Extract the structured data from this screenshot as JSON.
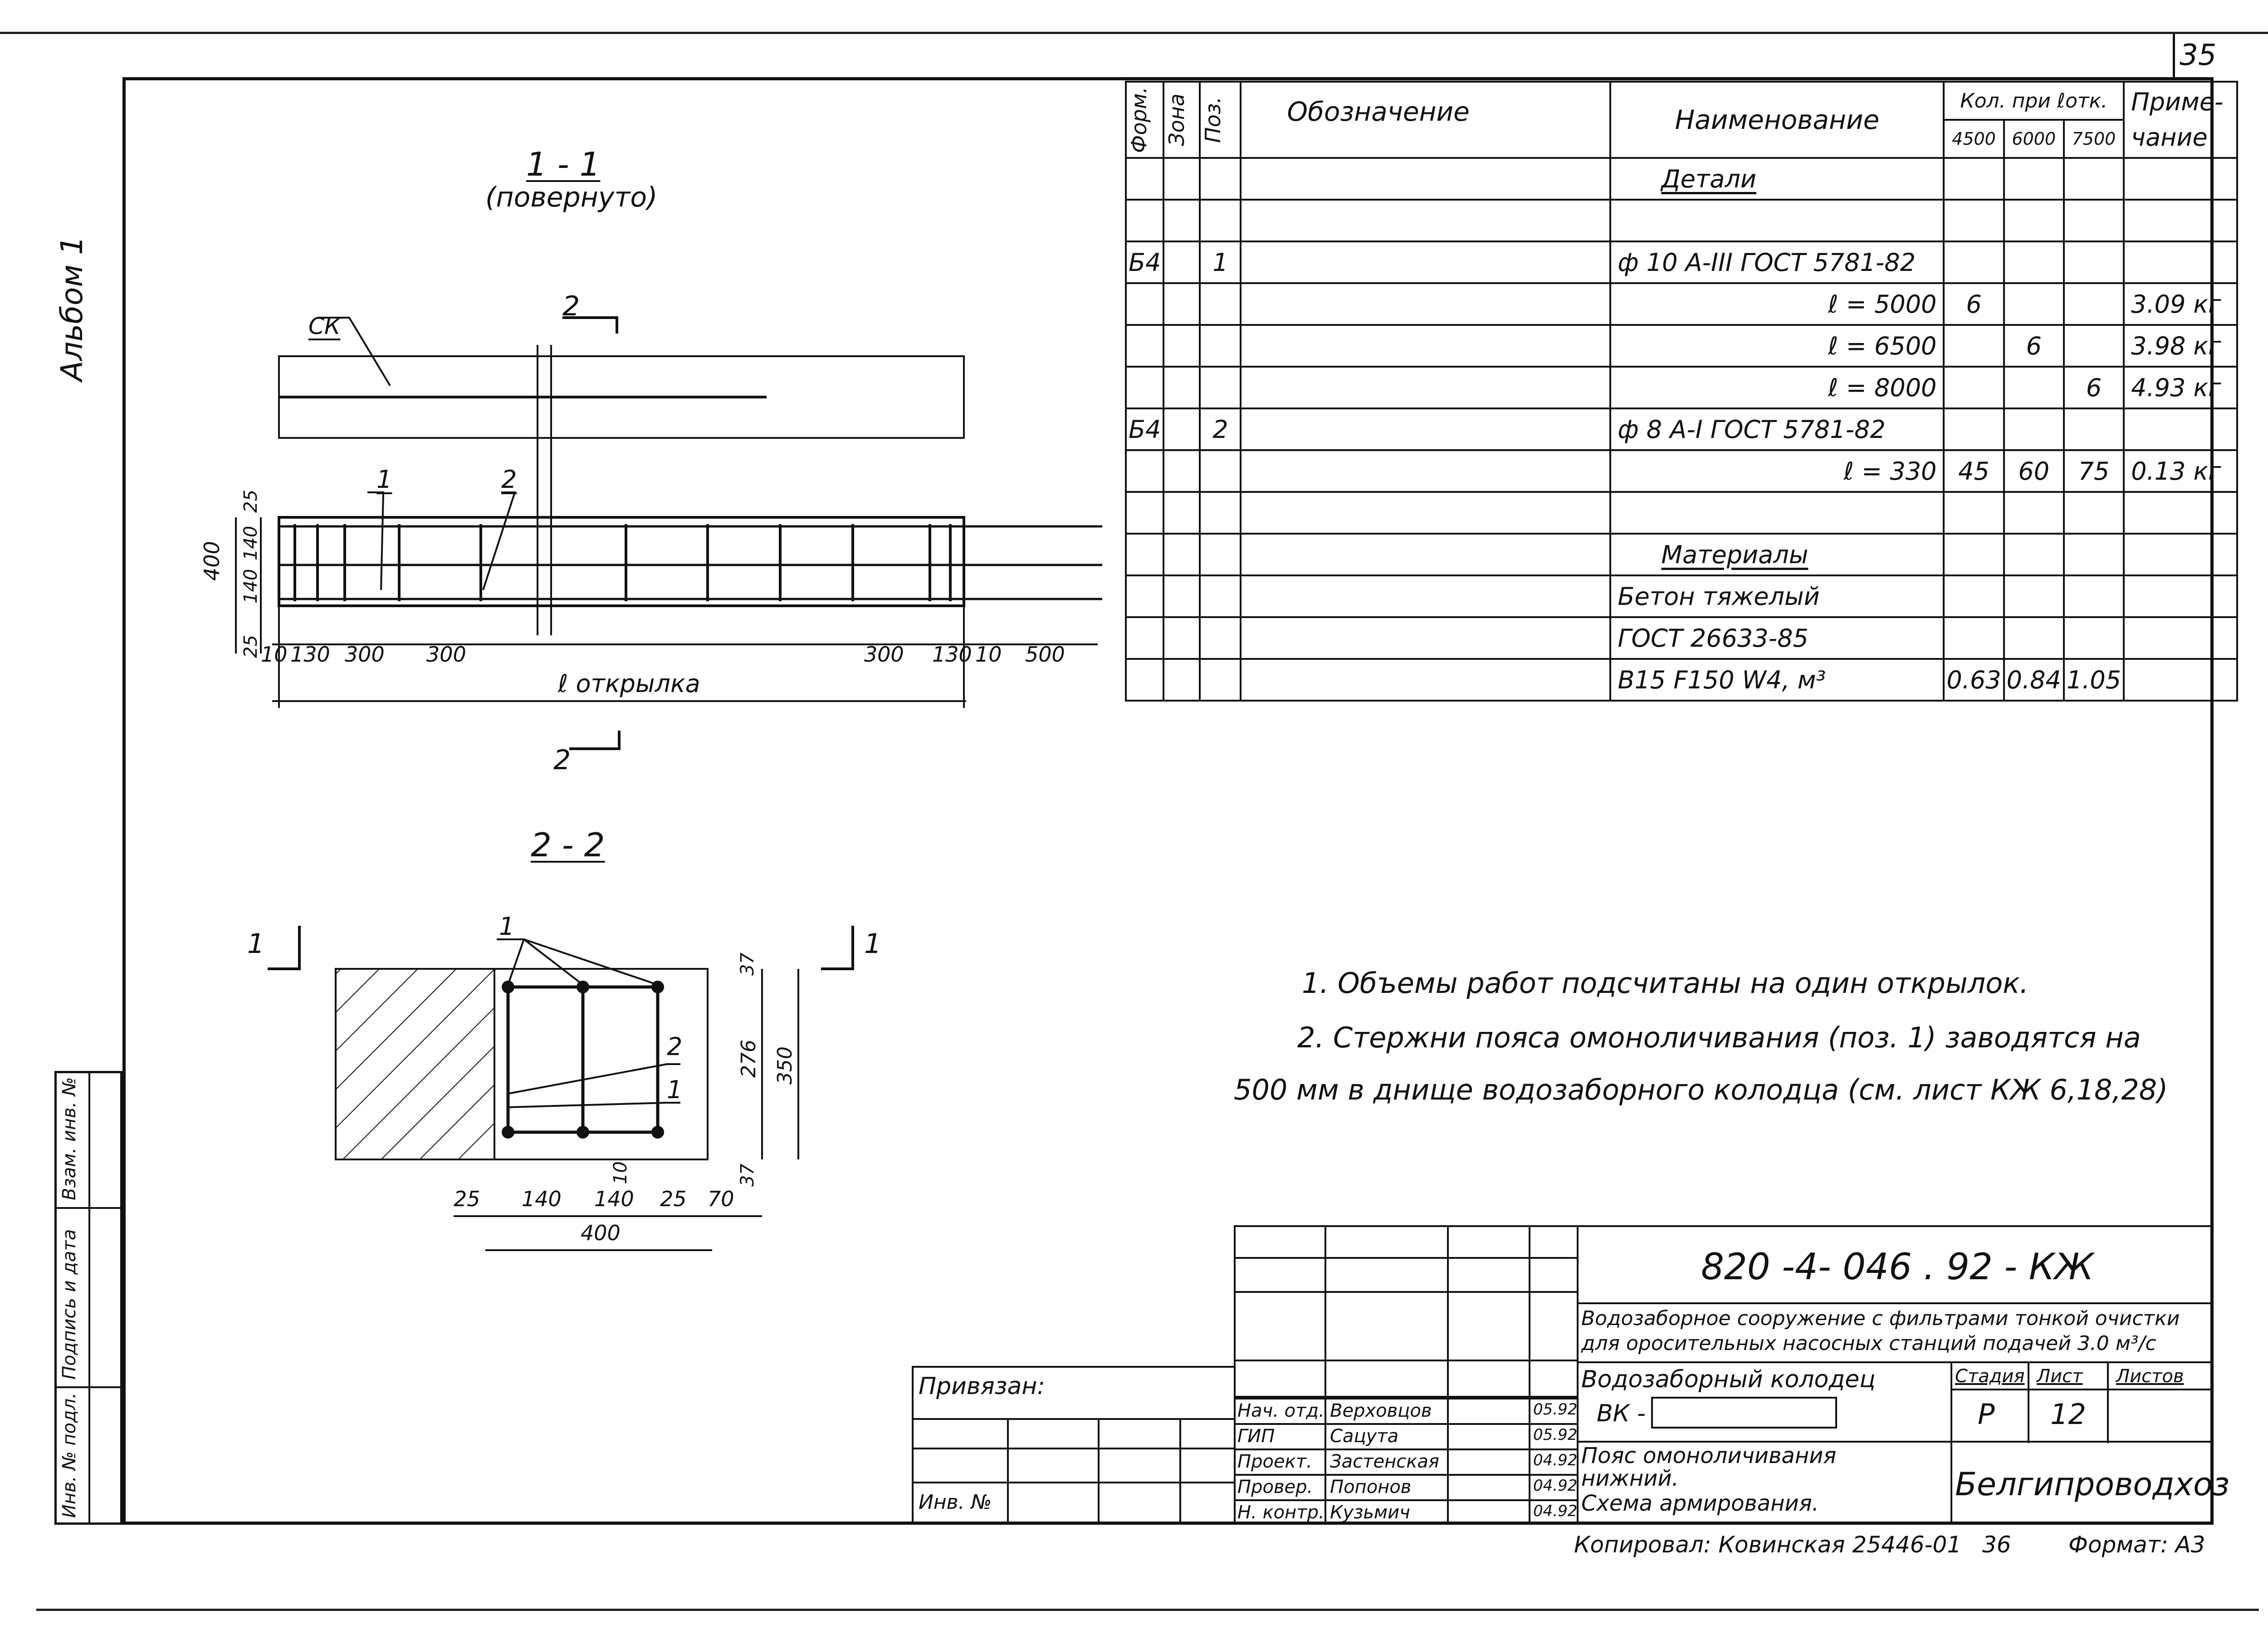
{
  "sheet": {
    "number": "35",
    "album": "Альбом 1"
  },
  "left_stamp": {
    "inv_podl": "Инв. № подл.",
    "podpis_data": "Подпись и дата",
    "vzam_inv": "Взам. инв. №"
  },
  "section_1_1": {
    "title": "1 - 1",
    "subtitle": "(повернуто)",
    "label_sk": "СК",
    "cut_label": "2",
    "pos1": "1",
    "pos2": "2",
    "dim_400": "400",
    "dim_25_top": "25",
    "dim_140_a": "140",
    "dim_140_b": "140",
    "dim_25_bot": "25",
    "dims_bottom": [
      "10",
      "130",
      "300",
      "300",
      "300",
      "130",
      "10",
      "500"
    ],
    "span_label": "ℓ открылка"
  },
  "section_2_2": {
    "title": "2 - 2",
    "cut_label": "1",
    "pos1": "1",
    "pos2": "2",
    "dim_37_top": "37",
    "dim_276": "276",
    "dim_350": "350",
    "dim_37_bot": "37",
    "dim_10": "10",
    "dims_bottom": [
      "25",
      "140",
      "140",
      "25",
      "70"
    ],
    "dim_400": "400"
  },
  "spec_table": {
    "headers": {
      "format": "Форм.",
      "zone": "Зона",
      "pos": "Поз.",
      "designation": "Обозначение",
      "name": "Наименование",
      "qty": "Кол. при ℓотк.",
      "qty_cols": [
        "4500",
        "6000",
        "7500"
      ],
      "note": "Приме-чание"
    },
    "rows": [
      {
        "fmt": "",
        "zone": "",
        "pos": "",
        "name": "Детали",
        "q1": "",
        "q2": "",
        "q3": "",
        "note": "",
        "kind": "section"
      },
      {
        "fmt": "",
        "zone": "",
        "pos": "",
        "name": "",
        "q1": "",
        "q2": "",
        "q3": "",
        "note": ""
      },
      {
        "fmt": "Б4",
        "zone": "",
        "pos": "1",
        "name": "ф 10 А-III ГОСТ 5781-82",
        "q1": "",
        "q2": "",
        "q3": "",
        "note": ""
      },
      {
        "fmt": "",
        "zone": "",
        "pos": "",
        "name": "ℓ = 5000",
        "q1": "6",
        "q2": "",
        "q3": "",
        "note": "3.09 кг",
        "kind": "right"
      },
      {
        "fmt": "",
        "zone": "",
        "pos": "",
        "name": "ℓ = 6500",
        "q1": "",
        "q2": "6",
        "q3": "",
        "note": "3.98 кг",
        "kind": "right"
      },
      {
        "fmt": "",
        "zone": "",
        "pos": "",
        "name": "ℓ = 8000",
        "q1": "",
        "q2": "",
        "q3": "6",
        "note": "4.93 кг",
        "kind": "right"
      },
      {
        "fmt": "Б4",
        "zone": "",
        "pos": "2",
        "name": "ф 8 А-I ГОСТ 5781-82",
        "q1": "",
        "q2": "",
        "q3": "",
        "note": ""
      },
      {
        "fmt": "",
        "zone": "",
        "pos": "",
        "name": "ℓ = 330",
        "q1": "45",
        "q2": "60",
        "q3": "75",
        "note": "0.13 кг",
        "kind": "right"
      },
      {
        "fmt": "",
        "zone": "",
        "pos": "",
        "name": "",
        "q1": "",
        "q2": "",
        "q3": "",
        "note": ""
      },
      {
        "fmt": "",
        "zone": "",
        "pos": "",
        "name": "Материалы",
        "q1": "",
        "q2": "",
        "q3": "",
        "note": "",
        "kind": "section"
      },
      {
        "fmt": "",
        "zone": "",
        "pos": "",
        "name": "Бетон тяжелый",
        "q1": "",
        "q2": "",
        "q3": "",
        "note": ""
      },
      {
        "fmt": "",
        "zone": "",
        "pos": "",
        "name": "ГОСТ 26633-85",
        "q1": "",
        "q2": "",
        "q3": "",
        "note": ""
      },
      {
        "fmt": "",
        "zone": "",
        "pos": "",
        "name": "В15  F150  W4,        м³",
        "q1": "0.63",
        "q2": "0.84",
        "q3": "1.05",
        "note": ""
      }
    ]
  },
  "notes": [
    "1. Объемы работ подсчитаны на один открылок.",
    "2. Стержни пояса омоноличивания  (поз. 1) заводятся на",
    "500 мм  в днище водозаборного колодца (см. лист  КЖ 6,18,28)"
  ],
  "title_block": {
    "code": "820 -4- 046 . 92  -  КЖ",
    "object_line1": "Водозаборное сооружение с фильтрами тонкой очистки",
    "object_line2": "для оросительных насосных станций подачей  3.0 м³/с",
    "part": "Водозаборный колодец",
    "vk_label": "ВК -",
    "drawing_title_1": "Пояс омоноличивания",
    "drawing_title_2": "нижний.",
    "drawing_title_3": "Схема армирования.",
    "stage_header": "Стадия",
    "sheet_header": "Лист",
    "sheets_header": "Листов",
    "stage": "Р",
    "sheet": "12",
    "sheets": "",
    "org": "Белгипроводхоз",
    "privyazan": "Привязан:",
    "inv_no": "Инв. №",
    "staff": [
      {
        "role": "Нач. отд.",
        "name": "Верховцов",
        "date": "05.92"
      },
      {
        "role": "ГИП",
        "name": "Сацута",
        "date": "05.92"
      },
      {
        "role": "Проект.",
        "name": "Застенская",
        "date": "04.92"
      },
      {
        "role": "Провер.",
        "name": "Попонов",
        "date": "04.92"
      },
      {
        "role": "Н. контр.",
        "name": "Кузьмич",
        "date": "04.92"
      }
    ],
    "copied": "Копировал: Ковинская  25446-01",
    "copied_num": "36",
    "format": "Формат: А3"
  }
}
